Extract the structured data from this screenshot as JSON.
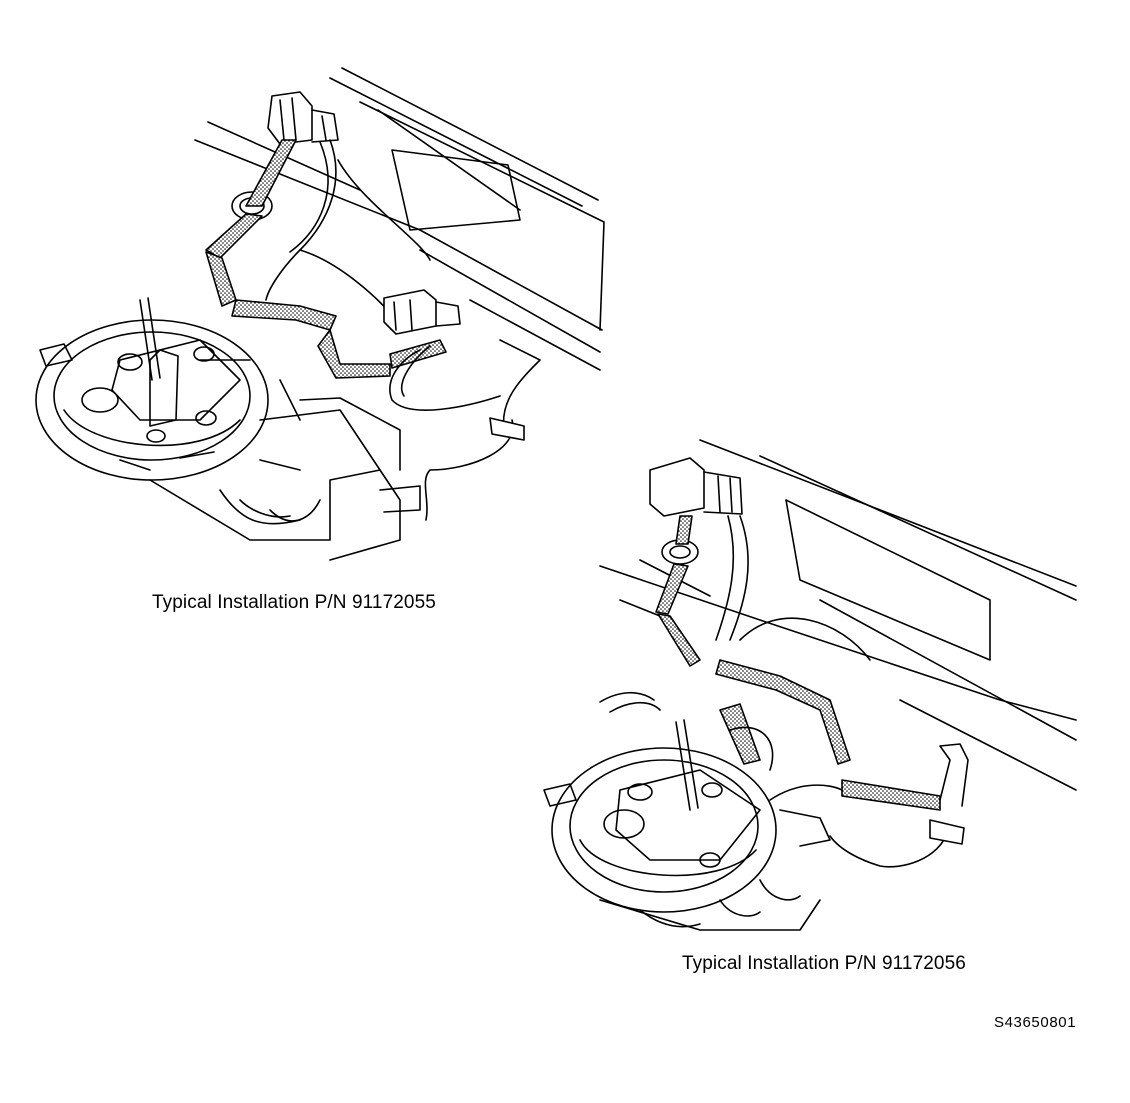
{
  "figures": [
    {
      "caption": "Typical Installation P/N 91172055"
    },
    {
      "caption": "Typical Installation P/N 91172056"
    }
  ],
  "figure_id": "S43650801",
  "colors": {
    "line": "#000000",
    "background": "#ffffff",
    "harness_fill": "#cfcfcf"
  }
}
